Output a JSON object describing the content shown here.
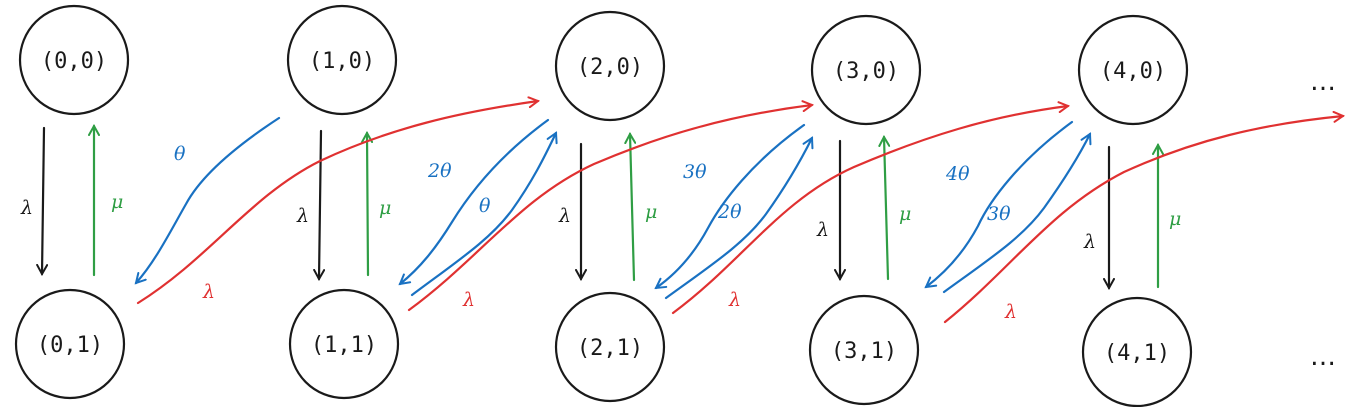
{
  "colors": {
    "ink": "#1a1a1a",
    "arrival_edge": "#e03131",
    "abandon_edge": "#1971c2",
    "service_edge": "#2f9e44"
  },
  "states_top": [
    "(0,0)",
    "(1,0)",
    "(2,0)",
    "(3,0)",
    "(4,0)"
  ],
  "states_bottom": [
    "(0,1)",
    "(1,1)",
    "(2,1)",
    "(3,1)",
    "(4,1)"
  ],
  "ellipsis_top": "…",
  "ellipsis_bottom": "…",
  "vertical_down_labels": [
    "λ",
    "λ",
    "λ",
    "λ",
    "λ"
  ],
  "vertical_up_labels": [
    "μ",
    "μ",
    "μ",
    "μ",
    "μ"
  ],
  "diagonal_up_labels": [
    "λ",
    "λ",
    "λ",
    "λ"
  ],
  "theta_from_top_labels": [
    "θ",
    "2θ",
    "3θ",
    "4θ"
  ],
  "theta_to_top_labels": [
    "θ",
    "2θ",
    "3θ"
  ]
}
